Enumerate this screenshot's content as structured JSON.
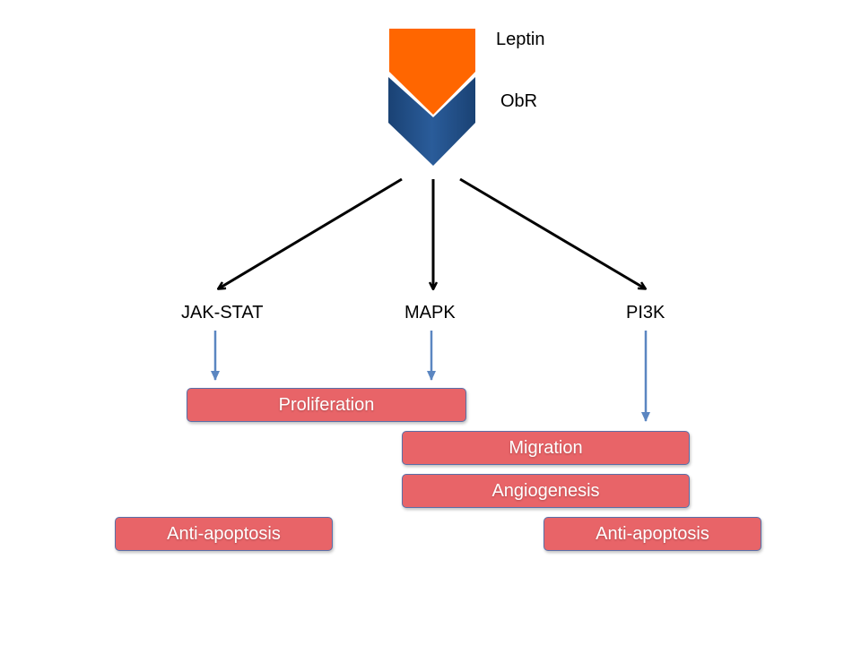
{
  "ligand": {
    "label": "Leptin",
    "color": "#ff6600"
  },
  "receptor": {
    "label": "ObR",
    "color": "#1f4e87"
  },
  "pathways": {
    "jak_stat": "JAK-STAT",
    "mapk": "MAPK",
    "pi3k": "PI3K"
  },
  "outcomes": {
    "proliferation": "Proliferation",
    "migration": "Migration",
    "angiogenesis": "Angiogenesis",
    "anti_apoptosis_left": "Anti-apoptosis",
    "anti_apoptosis_right": "Anti-apoptosis"
  },
  "colors": {
    "signal_arrow": "#000000",
    "effect_arrow": "#5b86c1",
    "outcome_box": "#e86468",
    "outcome_border": "#5a6fa8"
  }
}
